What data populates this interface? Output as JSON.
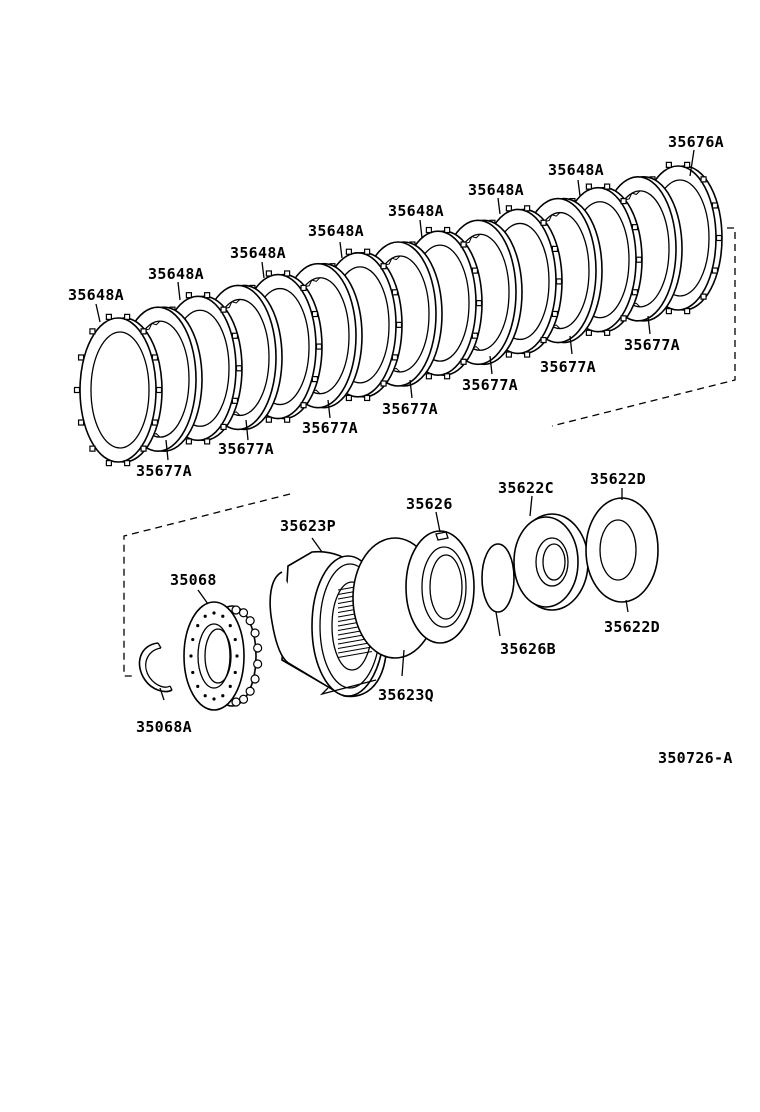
{
  "diagram": {
    "labels": {
      "l35676A": "35676A",
      "l35648A_1": "35648A",
      "l35648A_2": "35648A",
      "l35648A_3": "35648A",
      "l35648A_4": "35648A",
      "l35648A_5": "35648A",
      "l35648A_6": "35648A",
      "l35648A_7": "35648A",
      "l35677A_1": "35677A",
      "l35677A_2": "35677A",
      "l35677A_3": "35677A",
      "l35677A_4": "35677A",
      "l35677A_5": "35677A",
      "l35677A_6": "35677A",
      "l35677A_7": "35677A",
      "l35623P": "35623P",
      "l35626": "35626",
      "l35622C": "35622C",
      "l35622D_top": "35622D",
      "l35622D_bot": "35622D",
      "l35068": "35068",
      "l35068A": "35068A",
      "l35626B": "35626B",
      "l35623Q": "35623Q",
      "diagram_id": "350726-A"
    }
  }
}
